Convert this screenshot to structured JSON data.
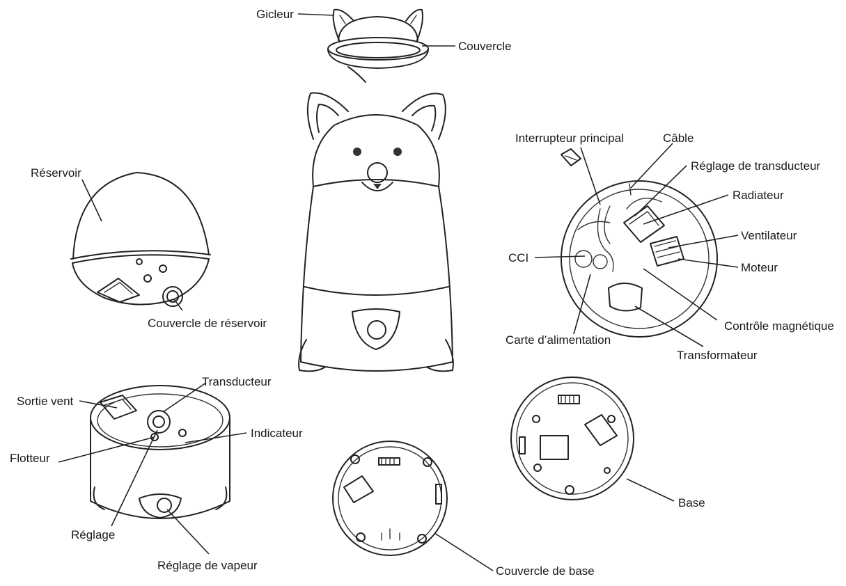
{
  "labels": {
    "gicleur": "Gicleur",
    "couvercle": "Couvercle",
    "interrupteur": "Interrupteur principal",
    "cable": "Câble",
    "reglage_transducteur": "Réglage de transducteur",
    "radiateur": "Radiateur",
    "ventilateur": "Ventilateur",
    "moteur": "Moteur",
    "cci": "CCI",
    "controle": "Contrôle magnétique",
    "carte": "Carte d’alimentation",
    "transformateur": "Transformateur",
    "reservoir": "Réservoir",
    "couvercle_reservoir": "Couvercle de réservoir",
    "transducteur": "Transducteur",
    "sortie_vent": "Sortie vent",
    "indicateur": "Indicateur",
    "flotteur": "Flotteur",
    "reglage": "Réglage",
    "reglage_vapeur": "Réglage de vapeur",
    "couvercle_base": "Couvercle de base",
    "base": "Base"
  },
  "colors": {
    "line": "#222222",
    "text": "#1a1a1a",
    "background": "#ffffff"
  }
}
